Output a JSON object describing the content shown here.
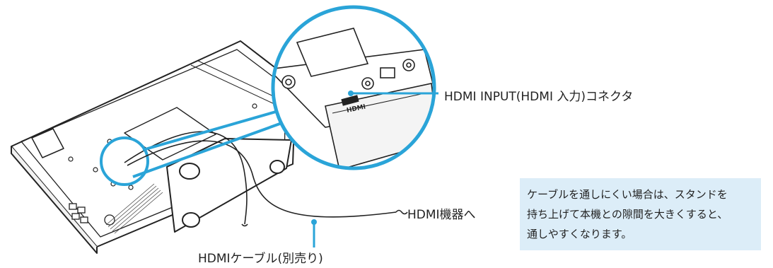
{
  "labels": {
    "connector": "HDMI INPUT(HDMI 入力)コネクタ",
    "device": "HDMI機器へ",
    "cable": "HDMIケーブル(別売り)"
  },
  "note": {
    "lines": [
      "ケーブルを通しにくい場合は、スタンドを",
      "持ち上げて本機との隙間を大きくすると、",
      "通しやすくなります。"
    ]
  },
  "callout": {
    "port_text": "HDMI"
  },
  "colors": {
    "accent": "#2aa4d8",
    "note_bg": "#dcedf8",
    "line": "#222222"
  }
}
